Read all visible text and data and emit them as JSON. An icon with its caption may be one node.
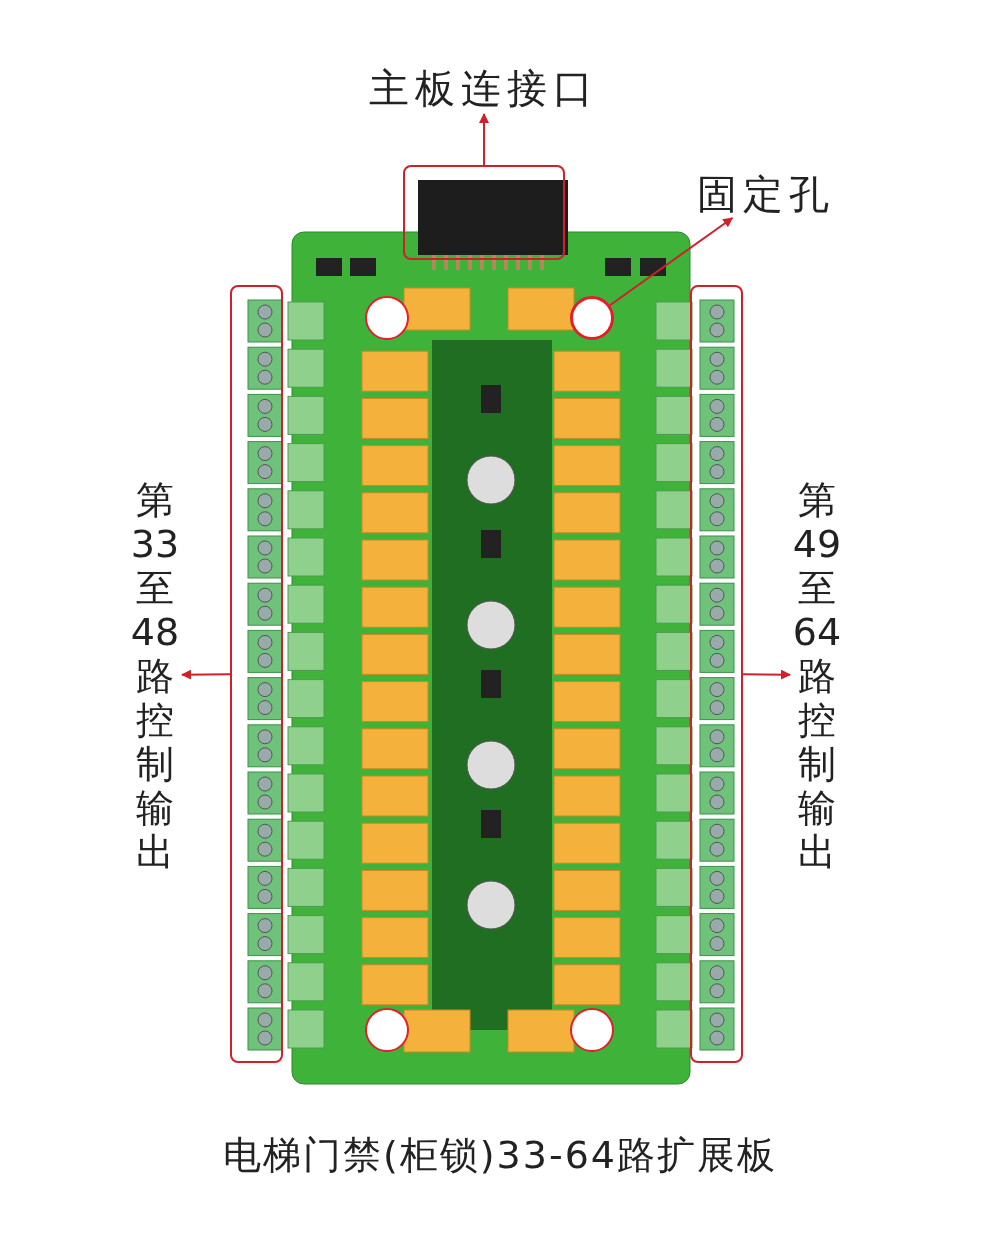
{
  "diagram": {
    "caption": "电梯门禁(柜锁)33-64路扩展板",
    "nodes": [
      {
        "text": [
          "主板连接口"
        ]
      },
      {
        "text": [],
        "shape": "box"
      },
      {
        "text": [
          "固定孔"
        ]
      },
      {
        "text": [],
        "shape": "circle"
      },
      {
        "text": [],
        "shape": "box"
      },
      {
        "text": [
          "第33至48路控制输出"
        ]
      },
      {
        "text": [],
        "shape": "box"
      },
      {
        "text": [
          "第49至64路控制输出"
        ]
      }
    ],
    "edges": [
      {
        "from": 1,
        "to": 0,
        "arrow": "to"
      },
      {
        "from": 3,
        "to": 2,
        "arrow": "to"
      },
      {
        "from": 4,
        "to": 5,
        "arrow": "to"
      },
      {
        "from": 6,
        "to": 7,
        "arrow": "to"
      }
    ]
  }
}
